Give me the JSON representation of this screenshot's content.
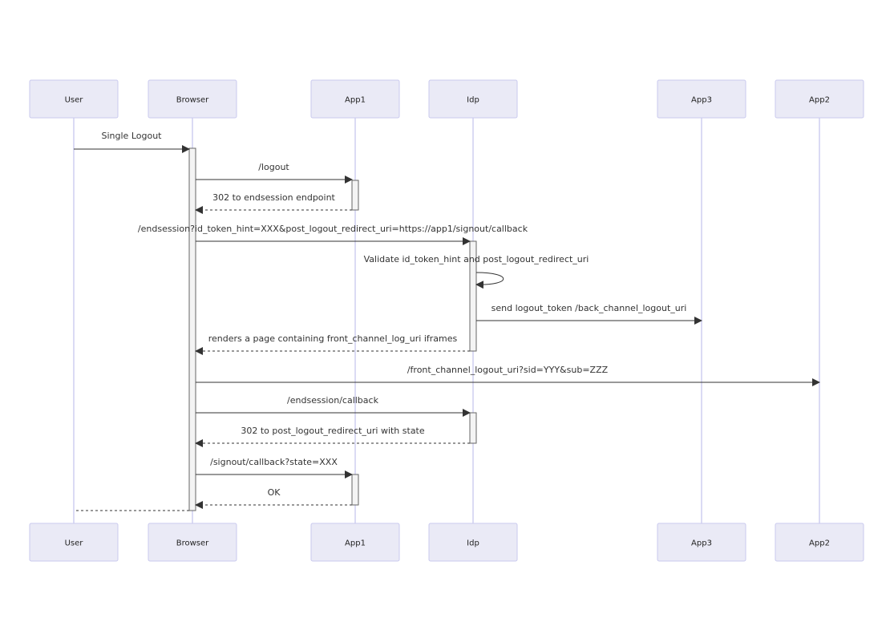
{
  "actors": [
    {
      "id": "user",
      "label": "User"
    },
    {
      "id": "browser",
      "label": "Browser"
    },
    {
      "id": "app1",
      "label": "App1"
    },
    {
      "id": "idp",
      "label": "Idp"
    },
    {
      "id": "app3",
      "label": "App3"
    },
    {
      "id": "app2",
      "label": "App2"
    }
  ],
  "messages": [
    {
      "from": "user",
      "to": "browser",
      "label": "Single Logout",
      "style": "solid"
    },
    {
      "from": "browser",
      "to": "app1",
      "label": "/logout",
      "style": "solid"
    },
    {
      "from": "app1",
      "to": "browser",
      "label": "302 to endsession endpoint",
      "style": "dashed"
    },
    {
      "from": "browser",
      "to": "idp",
      "label": "/endsession?id_token_hint=XXX&post_logout_redirect_uri=https://app1/signout/callback",
      "style": "solid"
    },
    {
      "from": "idp",
      "to": "idp",
      "label": "Validate id_token_hint and post_logout_redirect_uri",
      "style": "self"
    },
    {
      "from": "idp",
      "to": "app3",
      "label": "send logout_token /back_channel_logout_uri",
      "style": "solid"
    },
    {
      "from": "idp",
      "to": "browser",
      "label": "renders a page containing front_channel_log_uri iframes",
      "style": "dashed"
    },
    {
      "from": "browser",
      "to": "app2",
      "label": "/front_channel_logout_uri?sid=YYY&sub=ZZZ",
      "style": "solid"
    },
    {
      "from": "browser",
      "to": "idp",
      "label": "/endsession/callback",
      "style": "solid"
    },
    {
      "from": "idp",
      "to": "browser",
      "label": "302 to post_logout_redirect_uri with state",
      "style": "dashed"
    },
    {
      "from": "browser",
      "to": "app1",
      "label": "/signout/callback?state=XXX",
      "style": "solid"
    },
    {
      "from": "app1",
      "to": "browser",
      "label": "OK",
      "style": "dashed"
    },
    {
      "from": "browser",
      "to": "user",
      "label": "",
      "style": "dashed"
    }
  ]
}
